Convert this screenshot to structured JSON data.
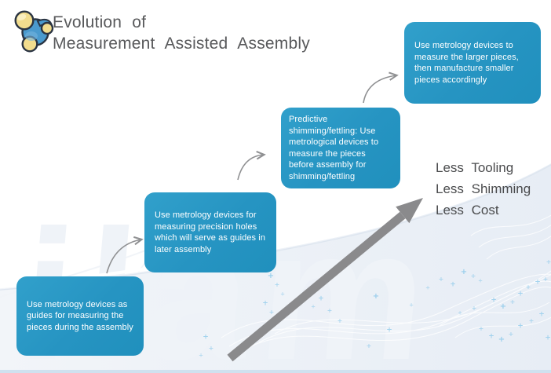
{
  "header": {
    "title_line1": "Evolution of",
    "title_line2": "Measurement Assisted Assembly",
    "logo_icon": "molecule-icon"
  },
  "steps": [
    {
      "text": "Use metrology devices as guides for measuring the pieces during the assembly"
    },
    {
      "text": "Use metrology devices for measuring precision holes which will serve as guides in later assembly"
    },
    {
      "text": "Predictive shimming/fettling: Use metrological devices to measure the pieces before assembly for shimming/fettling"
    },
    {
      "text": "Use metrology devices to measure the larger pieces, then manufacture smaller pieces accordingly"
    }
  ],
  "benefits": {
    "lines": [
      "Less Tooling",
      "Less Shimming",
      "Less Cost"
    ]
  },
  "background": {
    "watermark_text": "ilam"
  },
  "colors": {
    "box_blue": "#2694c2",
    "title_gray": "#58595b",
    "benefit_gray": "#4a4b4d",
    "arrow_gray": "#8a8a8c",
    "connector_gray": "#8f9092",
    "plus_blue": "#85c6ea",
    "tint_blue": "#e9eef6",
    "bottom_strip": "#cfe1ef",
    "logo_blue": "#4a9ace",
    "logo_yellow": "#f2dd8e",
    "logo_outline": "#2a3442",
    "watermark": "#eff3f8"
  }
}
